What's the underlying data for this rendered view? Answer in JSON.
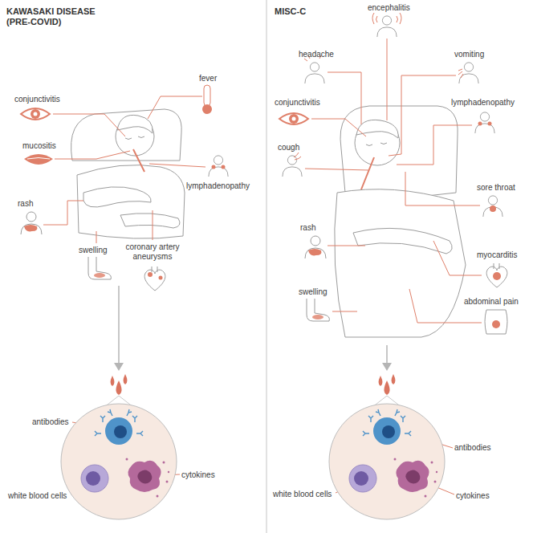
{
  "diagram": {
    "labels": [
      "KAWASAKI DISEASE (PRE-COVID)",
      "fever",
      "conjunctivitis",
      "mucositis",
      "lymphadenopathy",
      "rash",
      "swelling",
      "coronary artery aneurysms",
      "antibodies",
      "white blood cells",
      "cytokines",
      "MISC-C",
      "encephalitis",
      "headache",
      "vomiting",
      "conjunctivitis",
      "lymphadenopathy",
      "cough",
      "sore throat",
      "rash",
      "myocarditis",
      "swelling",
      "abdominal pain",
      "antibodies",
      "white blood cells",
      "cytokines"
    ]
  }
}
